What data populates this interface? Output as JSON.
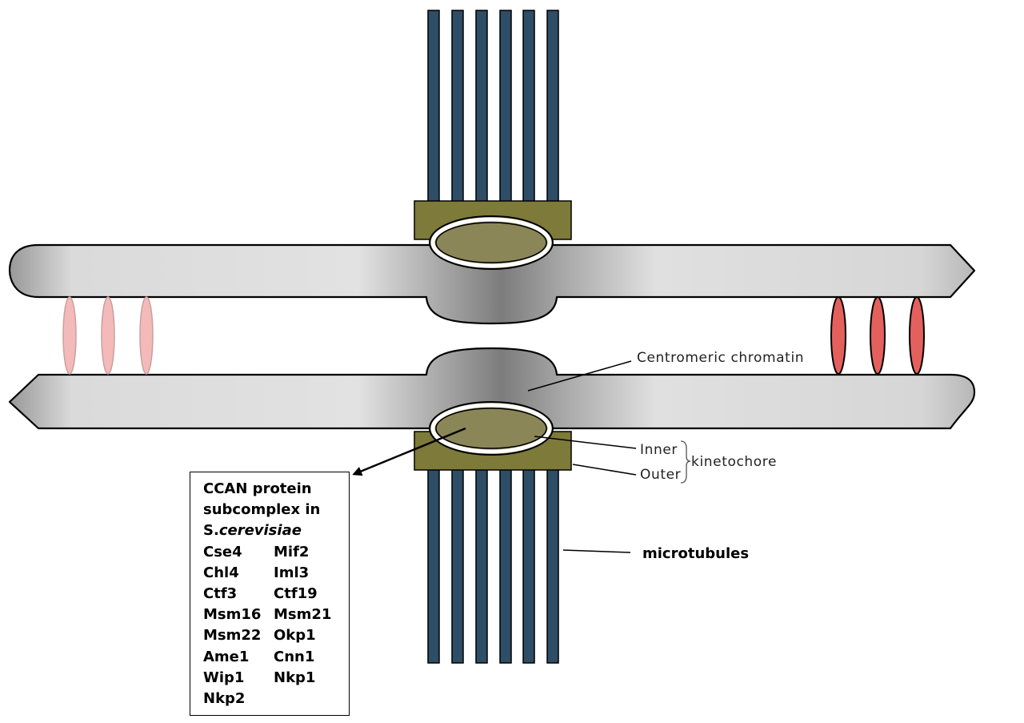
{
  "labels": {
    "centromeric_chromatin": "Centromeric chromatin",
    "inner": "Inner",
    "outer": "Outer",
    "kinetochore": "kinetochore",
    "microtubules": "microtubules"
  },
  "ccan_box": {
    "title_line1": "CCAN protein",
    "title_line2": "subcomplex in",
    "species_prefix": "S.",
    "species_italic": "cerevisiae",
    "proteins": [
      [
        "Cse4",
        "Mif2"
      ],
      [
        "Chl4",
        "Iml3"
      ],
      [
        "Ctf3",
        "Ctf19"
      ],
      [
        "Msm16",
        "Msm21"
      ],
      [
        "Msm22",
        "Okp1"
      ],
      [
        "Ame1",
        "Cnn1"
      ],
      [
        "Wip1",
        "Nkp1"
      ],
      [
        "Nkp2",
        ""
      ]
    ]
  },
  "colors": {
    "microtubule": "#2e4d66",
    "kinetochore_outer": "#7d7a3a",
    "kinetochore_inner": "#8a8658",
    "cohesin_light": "#f4baba",
    "cohesin_dark": "#e4605d",
    "chromatid_light": "#e0e0e0",
    "chromatid_dark": "#8a8a8a"
  }
}
